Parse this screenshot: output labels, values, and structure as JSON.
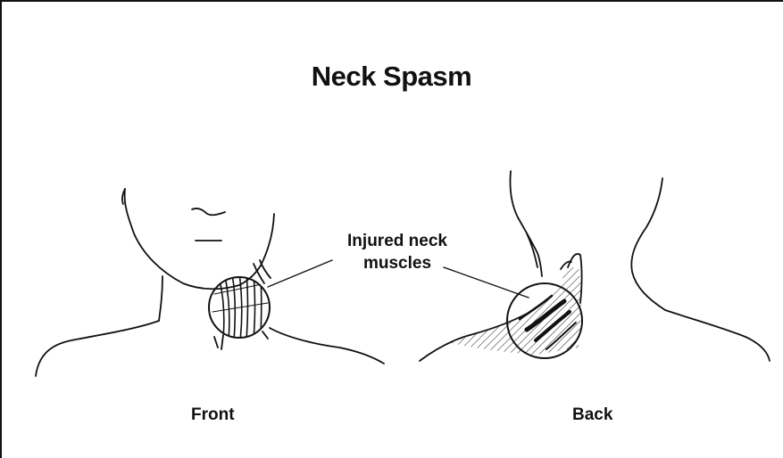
{
  "title": "Neck Spasm",
  "callout": {
    "line1": "Injured neck",
    "line2": "muscles"
  },
  "views": {
    "front_label": "Front",
    "back_label": "Back"
  },
  "colors": {
    "ink": "#111111",
    "background": "#ffffff"
  }
}
